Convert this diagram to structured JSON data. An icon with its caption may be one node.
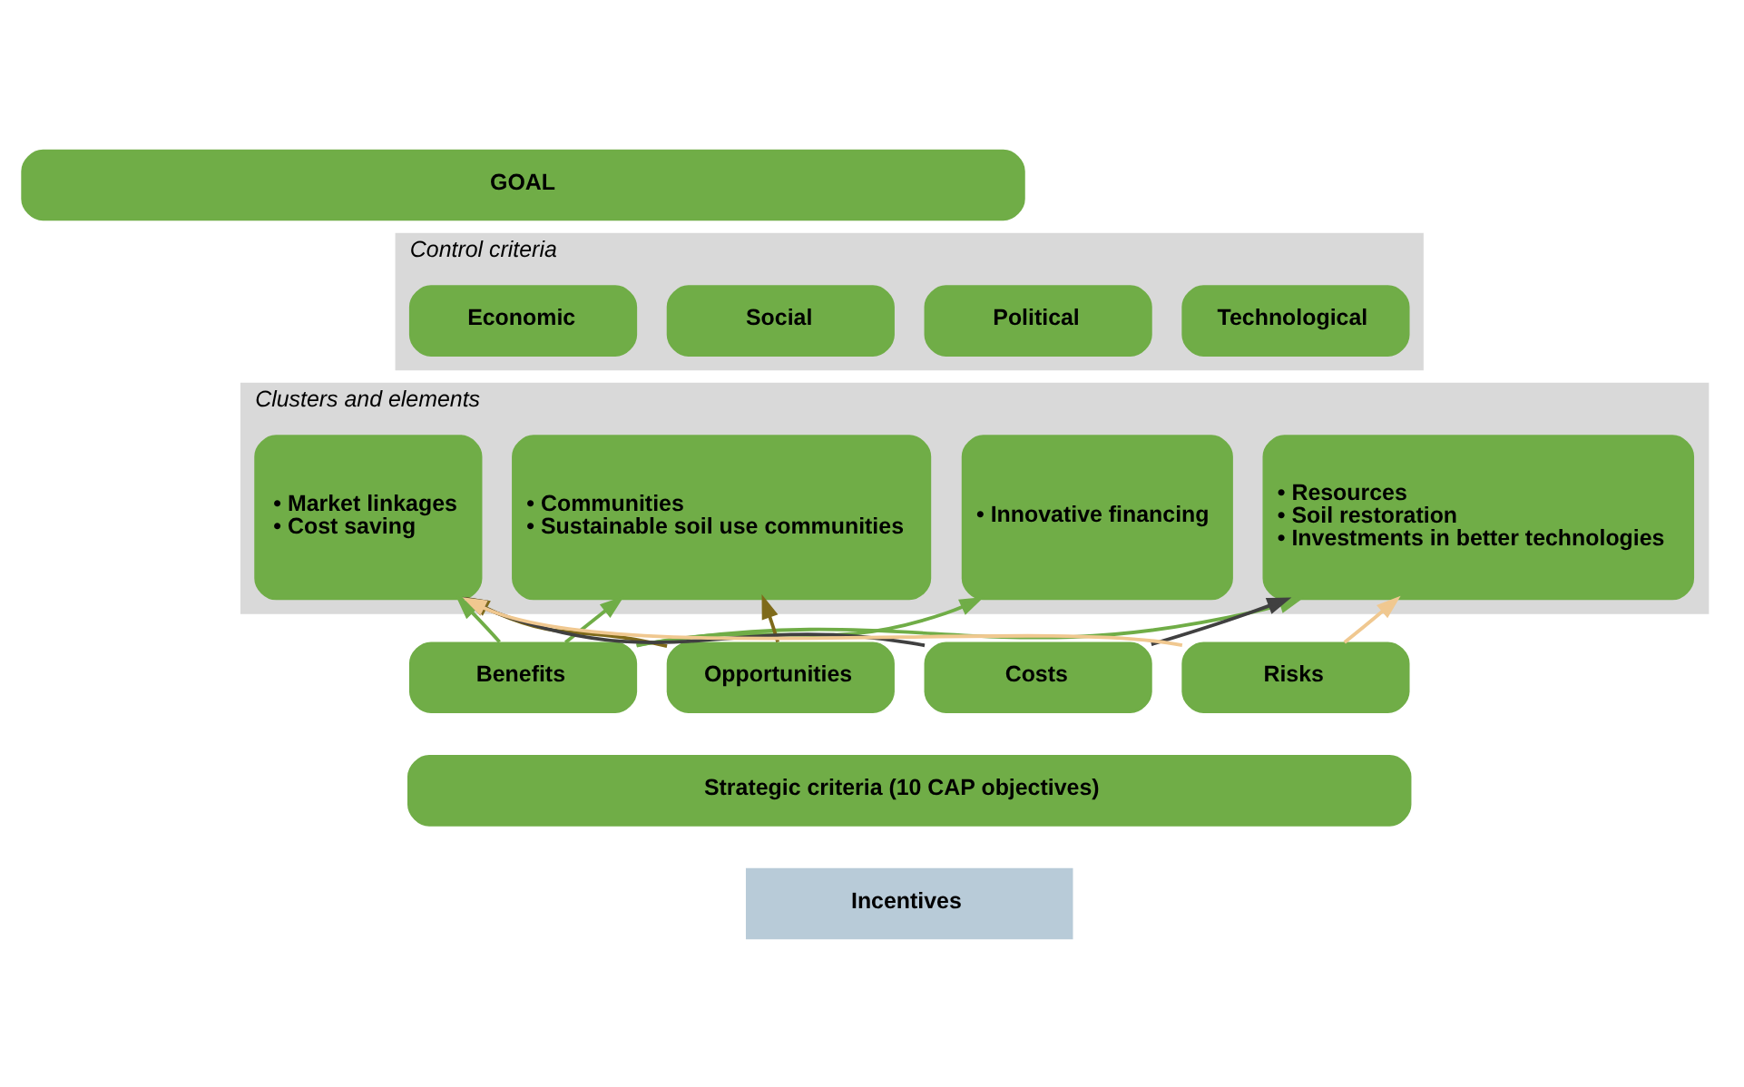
{
  "diagram": {
    "nodes": [
      {
        "text": [
          "GOAL"
        ]
      },
      {
        "text": [
          "Control criteria"
        ]
      },
      {
        "text": [
          "Economic"
        ],
        "in": 1
      },
      {
        "text": [
          "Social"
        ],
        "in": 1
      },
      {
        "text": [
          "Political"
        ],
        "in": 1
      },
      {
        "text": [
          "Technological"
        ],
        "in": 1
      },
      {
        "text": [
          "Clusters and elements"
        ]
      },
      {
        "text": [
          "• Market linkages",
          "• Cost saving"
        ],
        "in": 6
      },
      {
        "text": [
          "• Communities",
          "• Sustainable soil use communities"
        ],
        "in": 6
      },
      {
        "text": [
          "• Innovative financing"
        ],
        "in": 6
      },
      {
        "text": [
          "• Resources",
          "• Soil restoration",
          "• Investments in better technologies"
        ],
        "in": 6
      },
      {
        "text": [
          "Benefits"
        ]
      },
      {
        "text": [
          "Opportunities"
        ]
      },
      {
        "text": [
          "Costs"
        ]
      },
      {
        "text": [
          "Risks"
        ]
      },
      {
        "text": [
          "Strategic criteria (10 CAP objectives)"
        ]
      },
      {
        "text": [
          "Incentives"
        ]
      }
    ],
    "edges": [
      {
        "from": 11,
        "to": 7,
        "arrow": "to"
      },
      {
        "from": 11,
        "to": 8,
        "arrow": "to"
      },
      {
        "from": 11,
        "to": 9,
        "arrow": "to"
      },
      {
        "from": 11,
        "to": 10,
        "arrow": "to"
      },
      {
        "from": 12,
        "to": 7,
        "arrow": "to",
        "color": "#7f6a1a"
      },
      {
        "from": 12,
        "to": 8,
        "arrow": "to",
        "color": "#7f6a1a"
      },
      {
        "from": 13,
        "to": 7,
        "arrow": "to",
        "color": "#404040"
      },
      {
        "from": 13,
        "to": 10,
        "arrow": "to",
        "color": "#404040"
      },
      {
        "from": 14,
        "to": 7,
        "arrow": "to",
        "color": "#f0c890"
      },
      {
        "from": 14,
        "to": 10,
        "arrow": "to",
        "color": "#f0c890"
      }
    ]
  }
}
